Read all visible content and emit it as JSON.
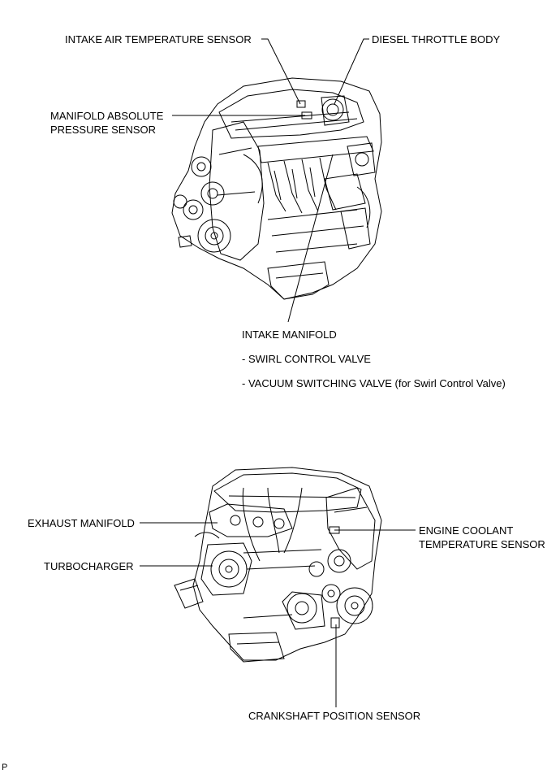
{
  "top_diagram": {
    "labels": {
      "intake_air_temp": "INTAKE AIR TEMPERATURE SENSOR",
      "diesel_throttle": "DIESEL THROTTLE BODY",
      "map_sensor": "MANIFOLD ABSOLUTE\nPRESSURE SENSOR",
      "intake_manifold": "INTAKE MANIFOLD",
      "swirl_valve": "- SWIRL CONTROL VALVE",
      "vacuum_valve": "- VACUUM SWITCHING VALVE (for Swirl Control Valve)"
    }
  },
  "bottom_diagram": {
    "labels": {
      "exhaust_manifold": "EXHAUST MANIFOLD",
      "turbocharger": "TURBOCHARGER",
      "coolant_temp": "ENGINE COOLANT\nTEMPERATURE SENSOR",
      "crankshaft": "CRANKSHAFT POSITION SENSOR"
    }
  },
  "corner_mark": "P"
}
